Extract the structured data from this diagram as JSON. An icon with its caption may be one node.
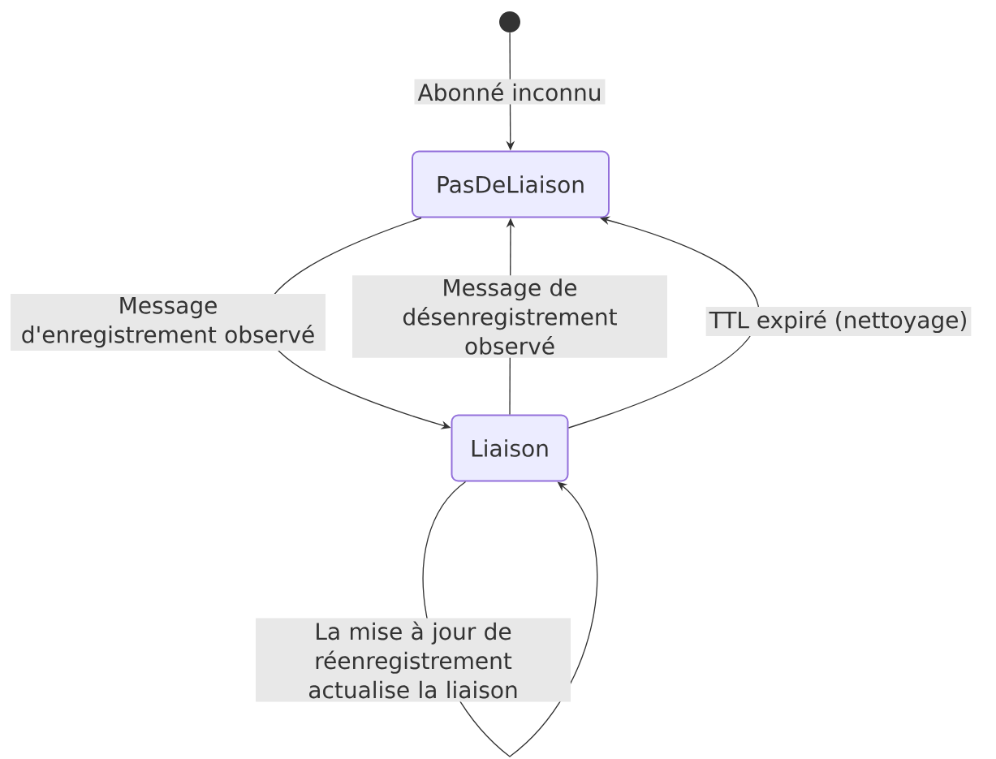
{
  "diagram": {
    "nodes": [
      {
        "text": [],
        "shape": "circle"
      },
      {
        "text": [
          "PasDeLiaison"
        ]
      },
      {
        "text": [
          "Liaison"
        ]
      }
    ],
    "edges": [
      {
        "from": 0,
        "to": 1,
        "arrow": "to",
        "label": "Abonné inconnu"
      },
      {
        "from": 1,
        "to": 2,
        "arrow": "to",
        "label": "Message d'enregistrement observé"
      },
      {
        "from": 2,
        "to": 1,
        "arrow": "to",
        "label": "Message de désenregistrement observé"
      },
      {
        "from": 2,
        "to": 1,
        "arrow": "to",
        "label": "TTL expiré (nettoyage)"
      },
      {
        "from": 2,
        "to": 2,
        "arrow": "to",
        "label": "La mise à jour de réenregistrement actualise la liaison"
      }
    ]
  }
}
